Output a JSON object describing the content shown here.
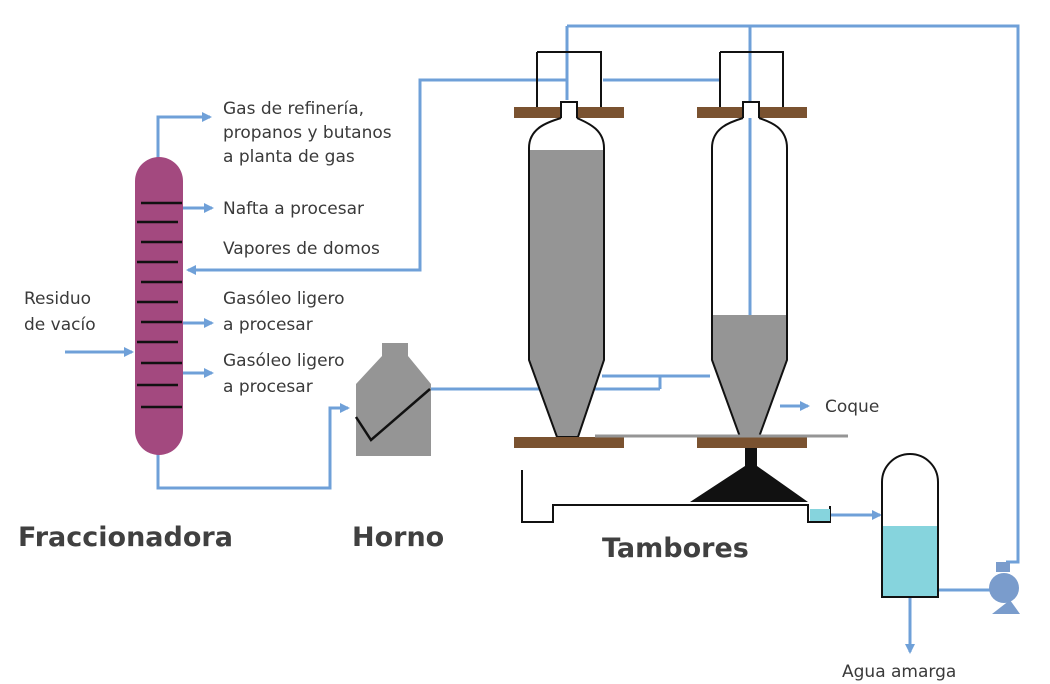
{
  "colors": {
    "pipe": "#6fa0d8",
    "fractionator": "#a3497f",
    "gray": "#959595",
    "brown": "#7a5230",
    "water": "#86d4dd",
    "pump": "#7a9ccc",
    "text": "#3a3a3a"
  },
  "labels": {
    "gas": [
      "Gas de refinería,",
      "propanos y butanos",
      "a planta de gas"
    ],
    "nafta": "Nafta a procesar",
    "vapores": "Vapores de domos",
    "residuo": [
      "Residuo",
      "de vacío"
    ],
    "gasoleo1": [
      "Gasóleo ligero",
      "a procesar"
    ],
    "gasoleo2": [
      "Gasóleo ligero",
      "a procesar"
    ],
    "coque": "Coque",
    "agua": "Agua amarga"
  },
  "sections": {
    "fraccionadora": "Fraccionadora",
    "horno": "Horno",
    "tambores": "Tambores"
  },
  "icons": {
    "pump": "pump-icon"
  }
}
